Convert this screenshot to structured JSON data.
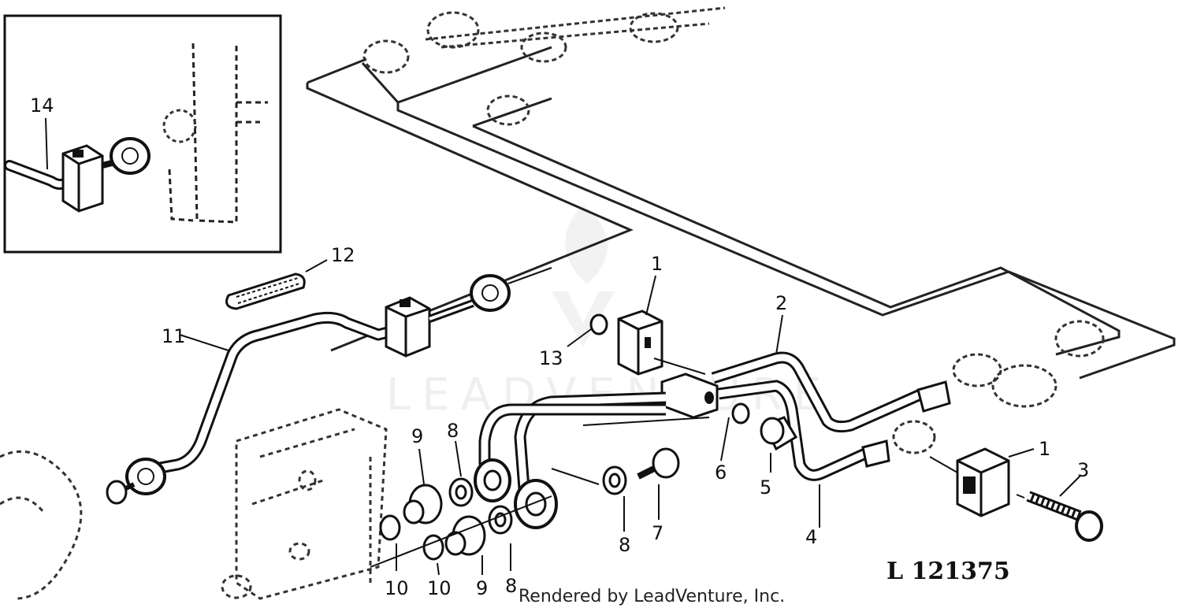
{
  "diagram": {
    "figure_id": "L 121375",
    "credit": "Rendered by LeadVenture, Inc.",
    "watermark": "LEADVENTURE",
    "callouts": {
      "c1a": "1",
      "c1b": "1",
      "c2": "2",
      "c3": "3",
      "c4": "4",
      "c5": "5",
      "c6": "6",
      "c7": "7",
      "c8a": "8",
      "c8b": "8",
      "c8c": "8",
      "c9a": "9",
      "c9b": "9",
      "c10a": "10",
      "c10b": "10",
      "c11": "11",
      "c12": "12",
      "c13": "13",
      "c14": "14"
    }
  }
}
